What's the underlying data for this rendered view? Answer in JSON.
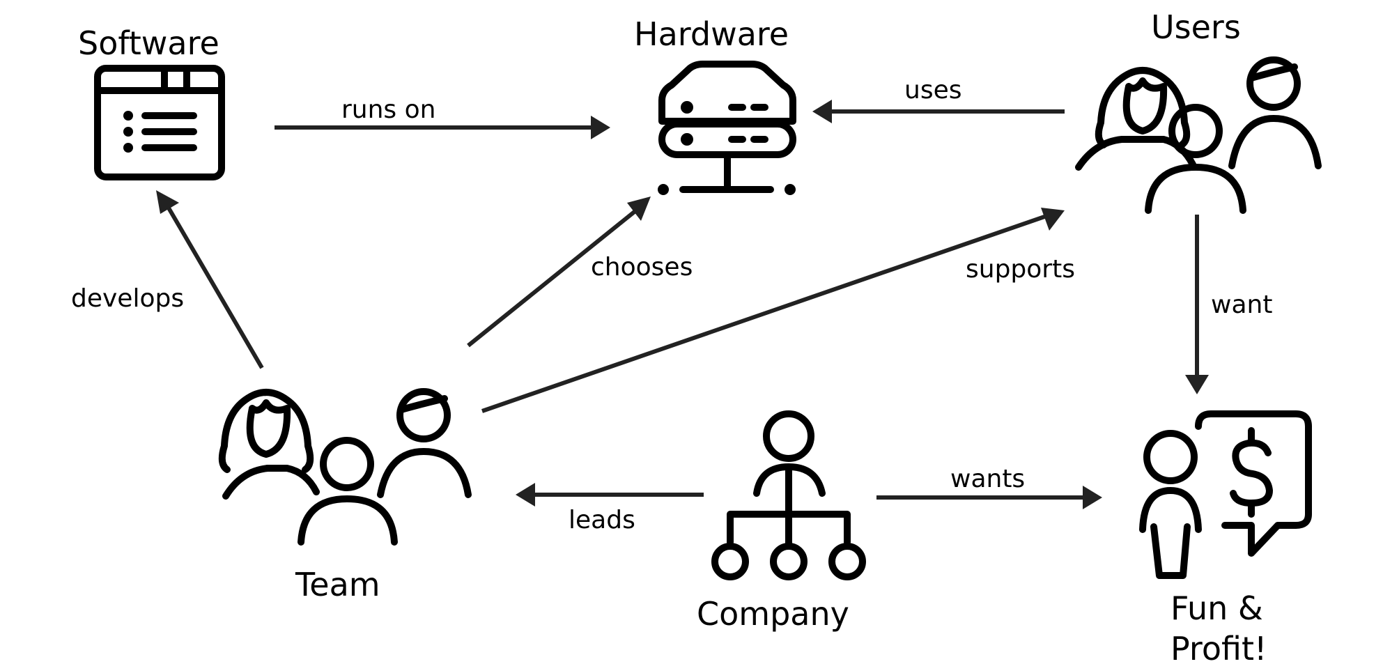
{
  "nodes": {
    "software": {
      "label": "Software",
      "icon": "browser-window-icon"
    },
    "hardware": {
      "label": "Hardware",
      "icon": "server-icon"
    },
    "users": {
      "label": "Users",
      "icon": "people-group-icon"
    },
    "team": {
      "label": "Team",
      "icon": "people-group-icon"
    },
    "company": {
      "label": "Company",
      "icon": "org-chart-icon"
    },
    "profit": {
      "label_line1": "Fun &",
      "label_line2": "Profit!",
      "icon": "person-dollar-speech-icon"
    }
  },
  "edges": {
    "runs_on": {
      "label": "runs on",
      "from": "Software",
      "to": "Hardware"
    },
    "uses": {
      "label": "uses",
      "from": "Users",
      "to": "Hardware"
    },
    "develops": {
      "label": "develops",
      "from": "Team",
      "to": "Software"
    },
    "chooses": {
      "label": "chooses",
      "from": "Team",
      "to": "Hardware"
    },
    "supports": {
      "label": "supports",
      "from": "Team",
      "to": "Users"
    },
    "want": {
      "label": "want",
      "from": "Users",
      "to": "Fun & Profit!"
    },
    "leads": {
      "label": "leads",
      "from": "Company",
      "to": "Team"
    },
    "wants": {
      "label": "wants",
      "from": "Company",
      "to": "Fun & Profit!"
    }
  },
  "colors": {
    "icon": "#000000",
    "arrow": "#222222",
    "background": "#ffffff"
  }
}
